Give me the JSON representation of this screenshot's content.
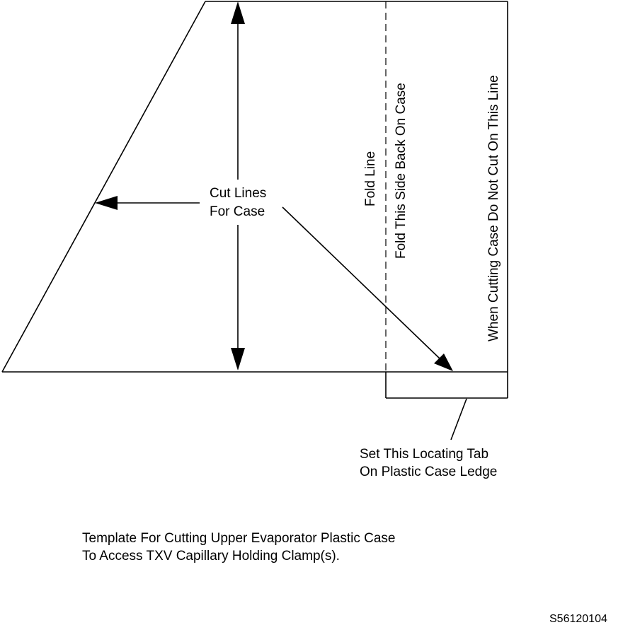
{
  "labels": {
    "cut_lines_1": "Cut Lines",
    "cut_lines_2": "For Case",
    "fold_line": "Fold Line",
    "fold_side": "Fold This Side Back On Case",
    "no_cut": "When Cutting Case Do Not Cut On This Line",
    "tab_1": "Set This Locating Tab",
    "tab_2": "On Plastic Case Ledge",
    "caption_1": "Template For Cutting Upper Evaporator Plastic Case",
    "caption_2": "To Access TXV Capillary Holding Clamp(s).",
    "figure_id": "S56120104"
  }
}
